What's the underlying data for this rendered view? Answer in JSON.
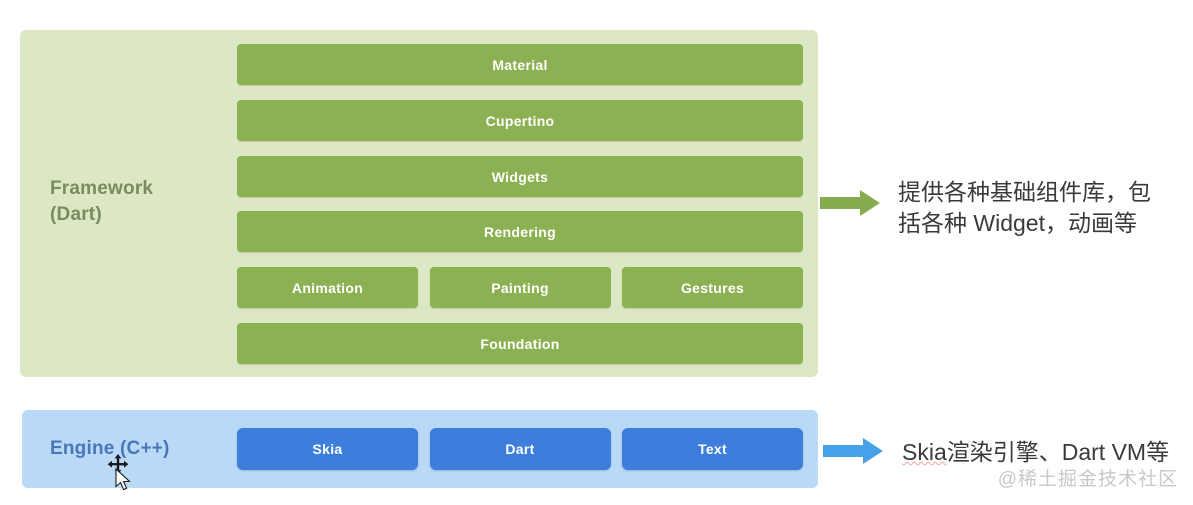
{
  "framework": {
    "label_line1": "Framework",
    "label_line2": "(Dart)",
    "bars": [
      "Material",
      "Cupertino",
      "Widgets",
      "Rendering"
    ],
    "sub_bars": [
      "Animation",
      "Painting",
      "Gestures"
    ],
    "base_bar": "Foundation",
    "note_line1": "提供各种基础组件库，包",
    "note_line2": "括各种 Widget，动画等"
  },
  "engine": {
    "label": "Engine (C++)",
    "bars": [
      "Skia",
      "Dart",
      "Text"
    ],
    "note_highlight": "Skia",
    "note_rest": "渲染引擎、Dart VM等"
  },
  "watermark": "@稀土掘金技术社区",
  "colors": {
    "panel_green": "#dce7c5",
    "bar_green": "#8cb152",
    "arrow_green": "#87ac50",
    "panel_blue": "#bad9f7",
    "bar_blue": "#3d7edd",
    "arrow_blue": "#47a1e9",
    "framework_label": "#7a8b5e",
    "engine_label": "#4877b8",
    "annotation_text": "#3a3a3a",
    "watermark": "#c8c8c8"
  }
}
